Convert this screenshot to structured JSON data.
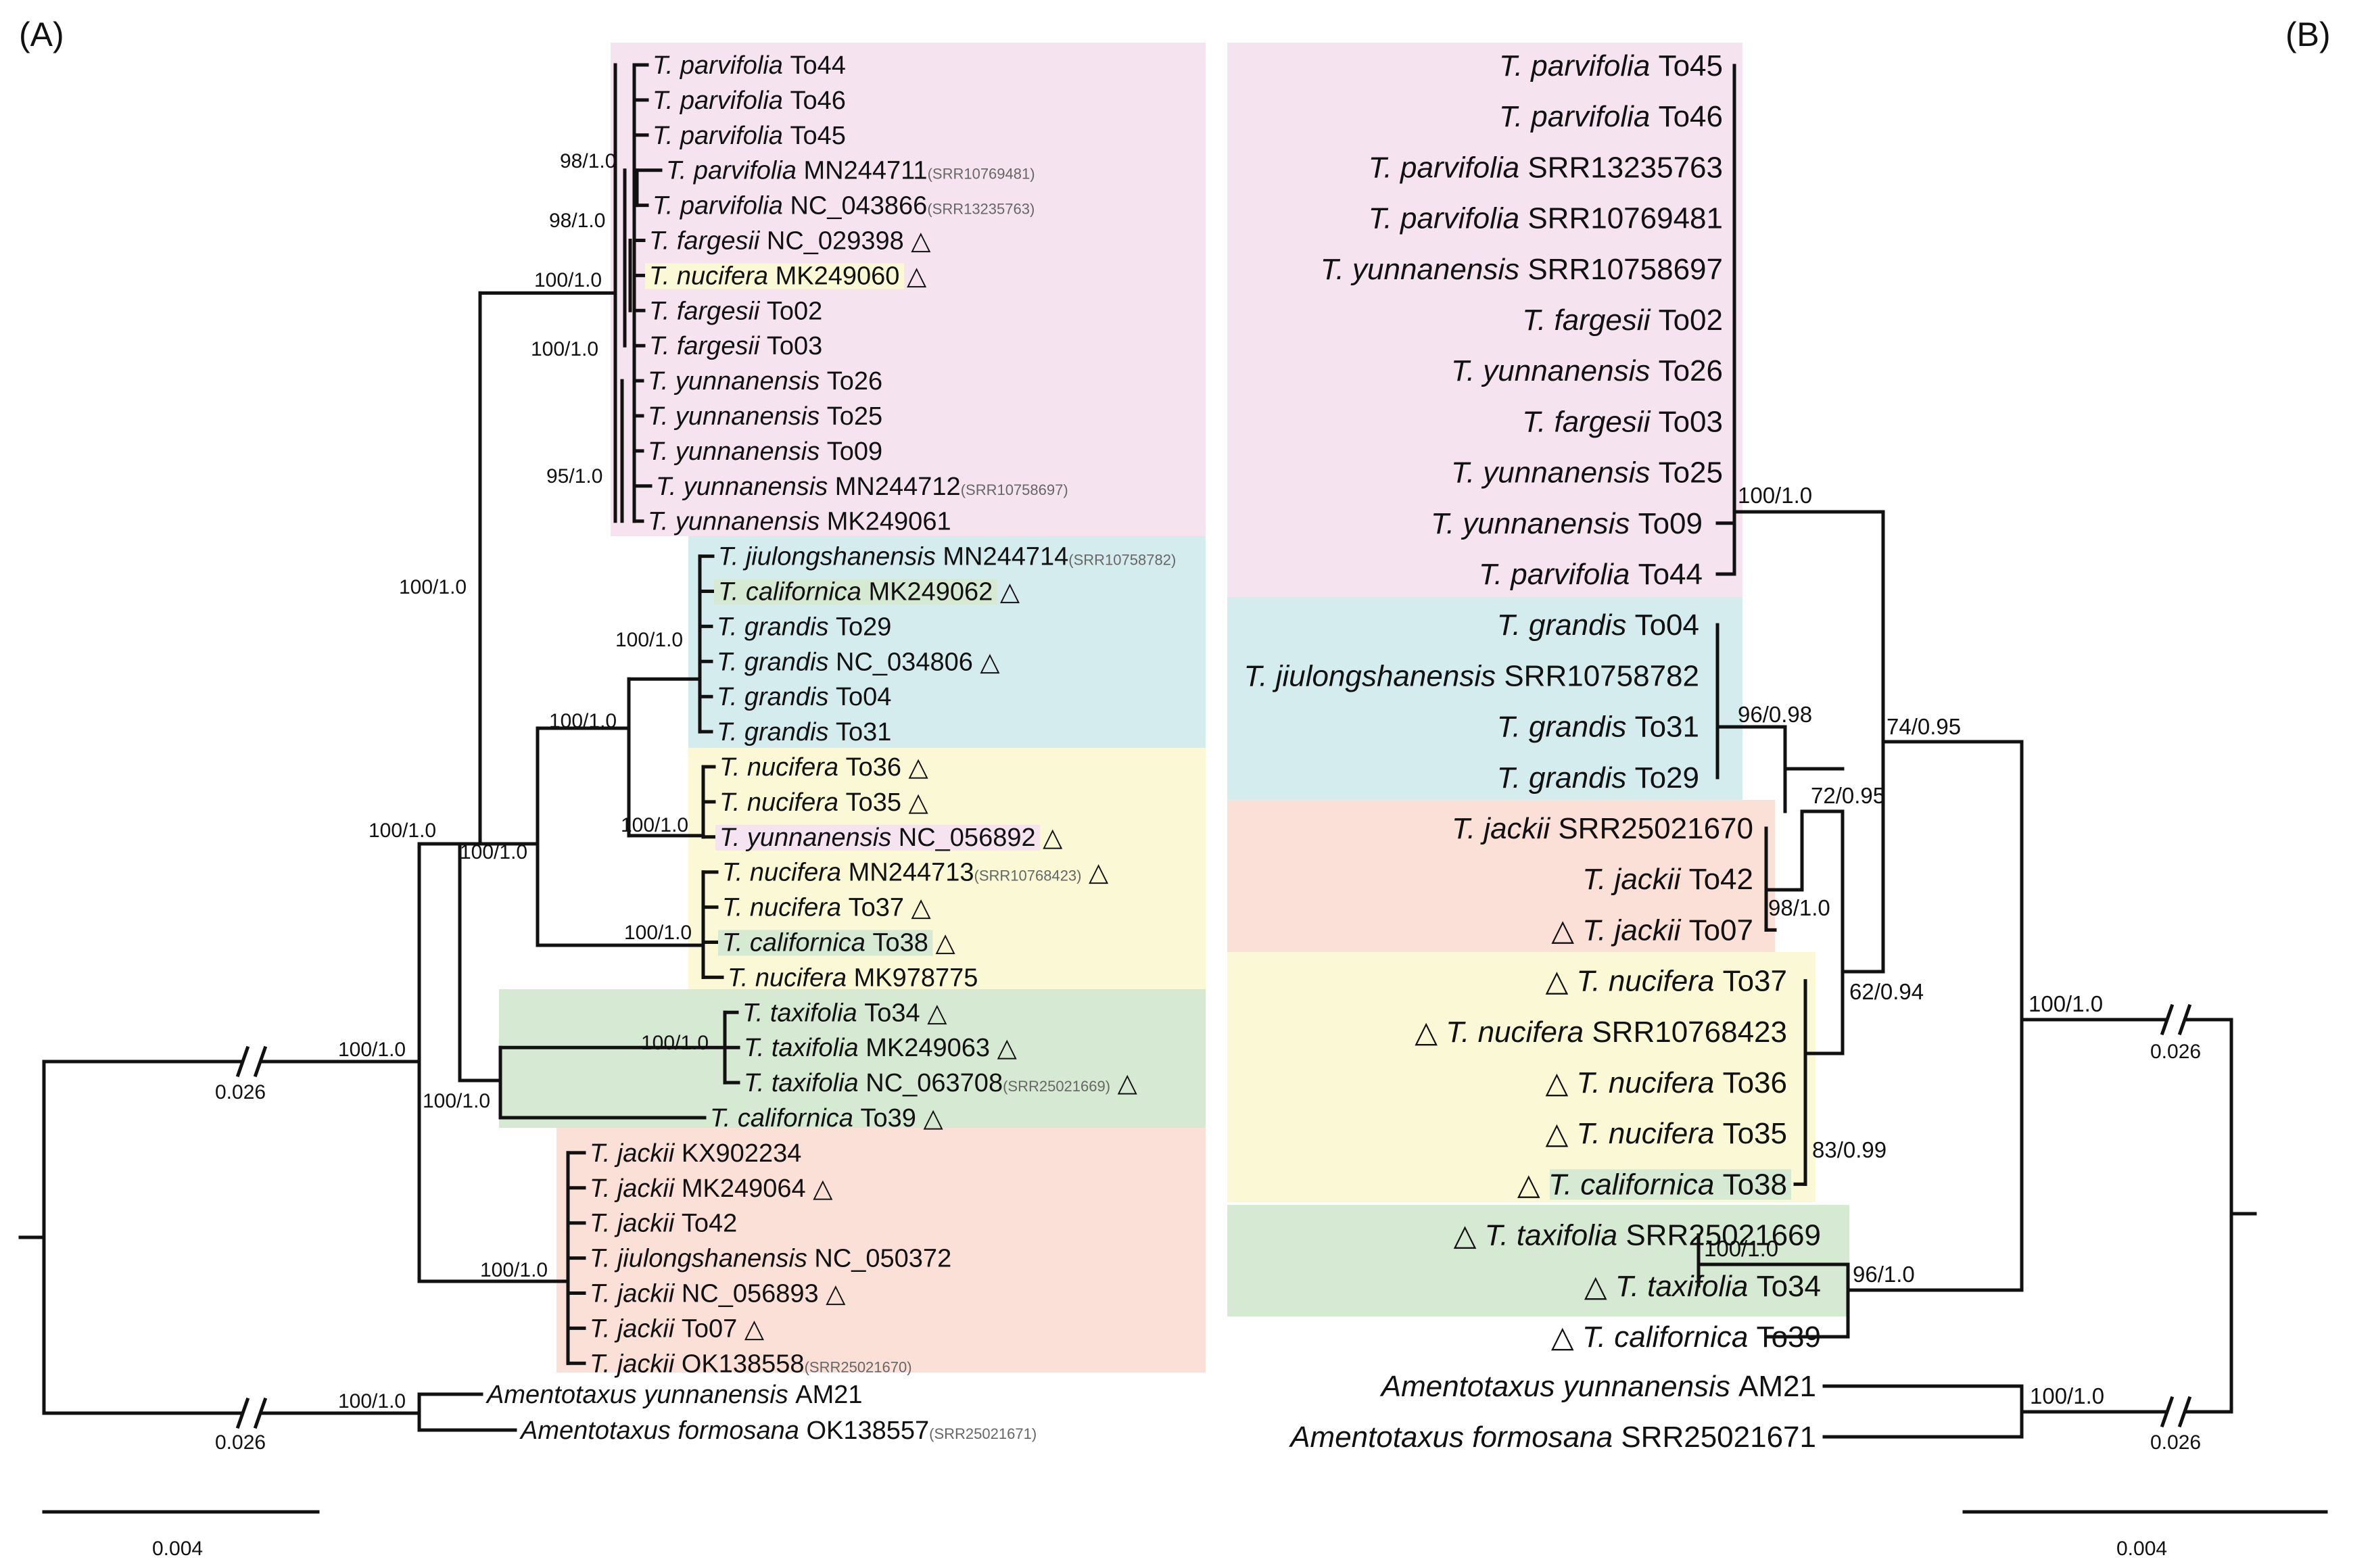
{
  "panels": {
    "a": "(A)",
    "b": "(B)"
  },
  "colors": {
    "pink": "#f5e4ef",
    "cyan": "#d5ecee",
    "yellow": "#fbf8d6",
    "salmon": "#fbe0d8",
    "green": "#d6e9d2"
  },
  "tree_a": {
    "tips": [
      {
        "sp": "T. parvifolia",
        "id": "To44"
      },
      {
        "sp": "T. parvifolia",
        "id": "To46"
      },
      {
        "sp": "T. parvifolia",
        "id": "To45"
      },
      {
        "sp": "T. parvifolia",
        "id": "MN244711",
        "acc": "(SRR10769481)"
      },
      {
        "sp": "T. parvifolia",
        "id": "NC_043866",
        "acc": "(SRR13235763)"
      },
      {
        "sp": "T. fargesii",
        "id": "NC_029398",
        "tri": "△"
      },
      {
        "sp": "T. nucifera",
        "id": "MK249060",
        "tri": "△",
        "hl": "yellow"
      },
      {
        "sp": "T. fargesii",
        "id": "To02"
      },
      {
        "sp": "T. fargesii",
        "id": "To03"
      },
      {
        "sp": "T. yunnanensis",
        "id": "To26"
      },
      {
        "sp": "T. yunnanensis",
        "id": "To25"
      },
      {
        "sp": "T. yunnanensis",
        "id": "To09"
      },
      {
        "sp": "T. yunnanensis",
        "id": "MN244712",
        "acc": "(SRR10758697)"
      },
      {
        "sp": "T. yunnanensis",
        "id": "MK249061"
      },
      {
        "sp": "T. jiulongshanensis",
        "id": "MN244714",
        "acc": "(SRR10758782)"
      },
      {
        "sp": "T. californica",
        "id": "MK249062",
        "tri": "△",
        "hl": "green"
      },
      {
        "sp": "T. grandis",
        "id": "To29"
      },
      {
        "sp": "T. grandis",
        "id": "NC_034806",
        "tri": "△"
      },
      {
        "sp": "T. grandis",
        "id": "To04"
      },
      {
        "sp": "T. grandis",
        "id": "To31"
      },
      {
        "sp": "T. nucifera",
        "id": "To36",
        "tri": "△"
      },
      {
        "sp": "T. nucifera",
        "id": "To35",
        "tri": "△"
      },
      {
        "sp": "T. yunnanensis",
        "id": "NC_056892",
        "tri": "△",
        "hl": "pink"
      },
      {
        "sp": "T. nucifera",
        "id": "MN244713",
        "acc": "(SRR10768423)",
        "tri": "△"
      },
      {
        "sp": "T. nucifera",
        "id": "To37",
        "tri": "△"
      },
      {
        "sp": "T. californica",
        "id": "To38",
        "tri": "△",
        "hl": "green"
      },
      {
        "sp": "T. nucifera",
        "id": "MK978775"
      },
      {
        "sp": "T. taxifolia",
        "id": "To34",
        "tri": "△"
      },
      {
        "sp": "T. taxifolia",
        "id": "MK249063",
        "tri": "△"
      },
      {
        "sp": "T. taxifolia",
        "id": "NC_063708",
        "acc": "(SRR25021669)",
        "tri": "△"
      },
      {
        "sp": "T. californica",
        "id": "To39",
        "tri": "△"
      },
      {
        "sp": "T. jackii",
        "id": "KX902234"
      },
      {
        "sp": "T. jackii",
        "id": "MK249064",
        "tri": "△"
      },
      {
        "sp": "T. jackii",
        "id": "To42"
      },
      {
        "sp": "T. jiulongshanensis",
        "id": "NC_050372"
      },
      {
        "sp": "T. jackii",
        "id": "NC_056893",
        "tri": "△"
      },
      {
        "sp": "T. jackii",
        "id": "To07",
        "tri": "△"
      },
      {
        "sp": "T. jackii",
        "id": "OK138558",
        "acc": "(SRR25021670)"
      },
      {
        "sp": "Amentotaxus yunnanensis",
        "id": "AM21"
      },
      {
        "sp": "Amentotaxus formosana",
        "id": "OK138557",
        "acc": "(SRR25021671)"
      }
    ],
    "supports": [
      "98/1.0",
      "98/1.0",
      "100/1.0",
      "100/1.0",
      "95/1.0",
      "100/1.0",
      "100/1.0",
      "100/1.0",
      "100/1.0",
      "100/1.0",
      "100/1.0",
      "100/1.0",
      "100/1.0",
      "100/1.0",
      "100/1.0",
      "100/1.0",
      "100/1.0"
    ],
    "break_labels": [
      "0.026",
      "0.026"
    ],
    "scale": "0.004"
  },
  "tree_b": {
    "tips": [
      {
        "sp": "T. parvifolia",
        "id": "To45"
      },
      {
        "sp": "T. parvifolia",
        "id": "To46"
      },
      {
        "sp": "T. parvifolia",
        "id": "SRR13235763"
      },
      {
        "sp": "T. parvifolia",
        "id": "SRR10769481"
      },
      {
        "sp": "T. yunnanensis",
        "id": "SRR10758697"
      },
      {
        "sp": "T. fargesii",
        "id": "To02"
      },
      {
        "sp": "T. yunnanensis",
        "id": "To26"
      },
      {
        "sp": "T. fargesii",
        "id": "To03"
      },
      {
        "sp": "T. yunnanensis",
        "id": "To25"
      },
      {
        "sp": "T. yunnanensis",
        "id": "To09"
      },
      {
        "sp": "T. parvifolia",
        "id": "To44"
      },
      {
        "sp": "T. grandis",
        "id": "To04"
      },
      {
        "sp": "T. jiulongshanensis",
        "id": "SRR10758782"
      },
      {
        "sp": "T. grandis",
        "id": "To31"
      },
      {
        "sp": "T. grandis",
        "id": "To29"
      },
      {
        "sp": "T. jackii",
        "id": "SRR25021670"
      },
      {
        "sp": "T. jackii",
        "id": "To42"
      },
      {
        "sp": "T. jackii",
        "id": "To07",
        "tri": "△"
      },
      {
        "sp": "T. nucifera",
        "id": "To37",
        "tri": "△"
      },
      {
        "sp": "T. nucifera",
        "id": "SRR10768423",
        "tri": "△"
      },
      {
        "sp": "T. nucifera",
        "id": "To36",
        "tri": "△"
      },
      {
        "sp": "T. nucifera",
        "id": "To35",
        "tri": "△"
      },
      {
        "sp": "T. californica",
        "id": "To38",
        "tri": "△",
        "hl": "green"
      },
      {
        "sp": "T. taxifolia",
        "id": "SRR25021669",
        "tri": "△"
      },
      {
        "sp": "T. taxifolia",
        "id": "To34",
        "tri": "△"
      },
      {
        "sp": "T. californica",
        "id": "To39",
        "tri": "△"
      },
      {
        "sp": "Amentotaxus yunnanensis",
        "id": "AM21"
      },
      {
        "sp": "Amentotaxus formosana",
        "id": "SRR25021671"
      }
    ],
    "supports": [
      "100/1.0",
      "96/0.98",
      "74/0.95",
      "72/0.95",
      "98/1.0",
      "62/0.94",
      "83/0.99",
      "100/1.0",
      "100/1.0",
      "96/1.0",
      "100/1.0"
    ],
    "break_labels": [
      "0.026",
      "0.026"
    ],
    "scale": "0.004"
  }
}
